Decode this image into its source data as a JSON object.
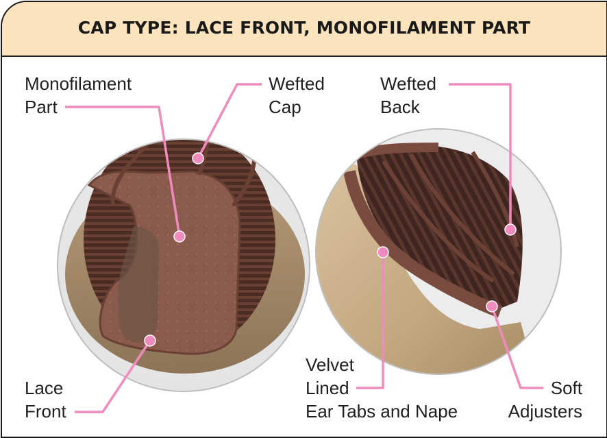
{
  "title": "CAP TYPE: LACE FRONT, MONOFILAMENT PART",
  "accent_color": "#ef8cbd",
  "header_color": "#fbe3bd",
  "labels": {
    "monofilament_part": {
      "line1": "Monofilament",
      "line2": "Part"
    },
    "wefted_cap": {
      "line1": "Wefted",
      "line2": "Cap"
    },
    "wefted_back": {
      "line1": "Wefted",
      "line2": "Back"
    },
    "lace_front": {
      "line1": "Lace",
      "line2": "Front"
    },
    "velvet_lined": {
      "line1": "Velvet",
      "line2": "Lined",
      "line3": "Ear Tabs and Nape"
    },
    "soft_adjusters": {
      "line1": "Soft",
      "line2": "Adjusters"
    }
  }
}
